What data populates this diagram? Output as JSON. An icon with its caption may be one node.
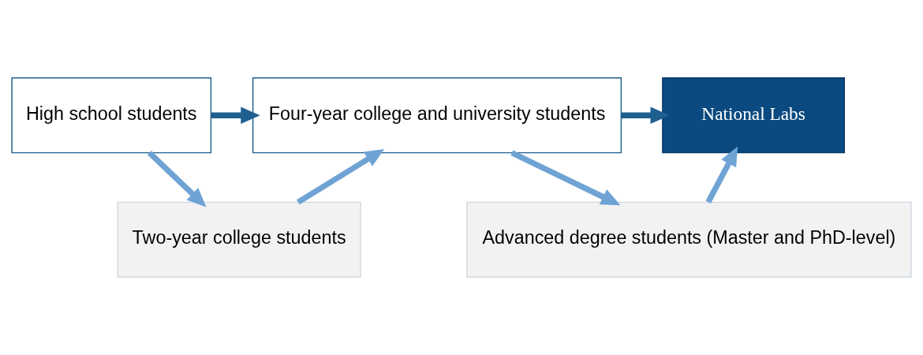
{
  "diagram": {
    "nodes": [
      {
        "text": [
          "High school students"
        ]
      },
      {
        "text": [
          "Four-year college and university students"
        ]
      },
      {
        "text": [
          "National Labs"
        ]
      },
      {
        "text": [
          "Two-year college students"
        ]
      },
      {
        "text": [
          "Advanced degree students (Master and PhD-level)"
        ]
      }
    ],
    "edges": [
      {
        "from": 0,
        "to": 1,
        "arrow": "to",
        "color": "#1f5f8f"
      },
      {
        "from": 1,
        "to": 2,
        "arrow": "to",
        "color": "#1f5f8f"
      },
      {
        "from": 0,
        "to": 3,
        "arrow": "to"
      },
      {
        "from": 3,
        "to": 1,
        "arrow": "to"
      },
      {
        "from": 1,
        "to": 4,
        "arrow": "to"
      },
      {
        "from": 4,
        "to": 2,
        "arrow": "to"
      }
    ]
  }
}
